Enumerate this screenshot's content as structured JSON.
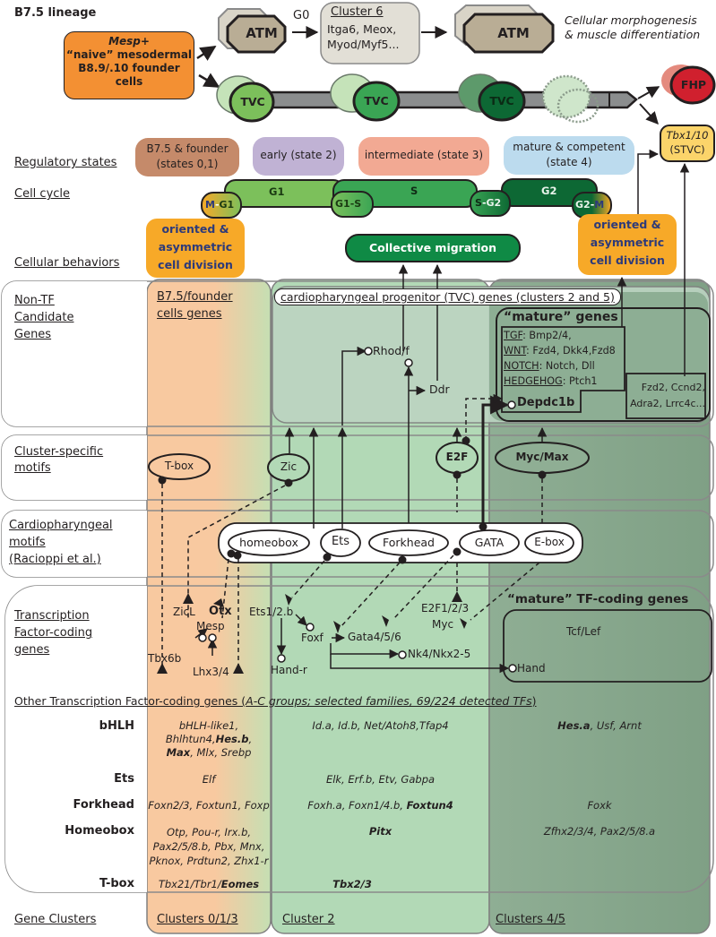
{
  "title": "B7.5 lineage",
  "founder_box": {
    "line1": "Mesp+",
    "line2": "“naive” mesodermal",
    "line3": "B8.9/.10 founder",
    "line4": "cells",
    "color": "#f39033"
  },
  "atm_path": {
    "atm1_label": "ATM",
    "g0_label": "G0",
    "cluster6_title": "Cluster 6",
    "cluster6_genes1": "Itga6, Meox,",
    "cluster6_genes2": "Myod/Myf5...",
    "atm2_label": "ATM",
    "outcome1": "Cellular morphogenesis",
    "outcome2": "& muscle differentiation"
  },
  "tvc_path": {
    "tvc_labels": [
      "TVC",
      "TVC",
      "TVC"
    ],
    "fhp_label": "FHP",
    "stvc_line1": "Tbx1/10",
    "stvc_line2": "(STVC)"
  },
  "row_labels": {
    "regulatory_states": "Regulatory states",
    "cell_cycle": "Cell cycle",
    "cellular_behaviors": "Cellular behaviors",
    "non_tf_1": "Non-TF",
    "non_tf_2": "Candidate",
    "non_tf_3": "Genes",
    "cluster_motifs_1": "Cluster-specific",
    "cluster_motifs_2": "motifs",
    "cardio_motifs_1": "Cardiopharyngeal",
    "cardio_motifs_2": "motifs",
    "cardio_motifs_3": "(Racioppi et al.)",
    "tf_genes_1": "Transcription",
    "tf_genes_2": "Factor-coding",
    "tf_genes_3": "genes",
    "gene_clusters": "Gene Clusters"
  },
  "regulatory_states": [
    {
      "line1": "B7.5 & founder",
      "line2": "(states 0,1)",
      "color": "#c58a6a"
    },
    {
      "line1": "early (state 2)",
      "line2": "",
      "color": "#c0b2d4"
    },
    {
      "line1": "intermediate (state 3)",
      "line2": "",
      "color": "#f2a993"
    },
    {
      "line1": "mature & competent",
      "line2": "(state 4)",
      "color": "#bcdbee"
    }
  ],
  "cell_cycle": {
    "m_g1": [
      "M",
      "G1"
    ],
    "g1": "G1",
    "g1_s": [
      "G1",
      "S"
    ],
    "s": "S",
    "s_g2": [
      "S",
      "G2"
    ],
    "g2": "G2",
    "g2_m": [
      "G2",
      "M"
    ]
  },
  "behaviors": {
    "division_left": [
      "oriented &",
      "asymmetric",
      "cell division"
    ],
    "collective_migration": "Collective migration",
    "division_right": [
      "oriented &",
      "asymmetric",
      "cell division"
    ]
  },
  "non_tf": {
    "founder_genes_1": "B7.5/founder",
    "founder_genes_2": "cells genes",
    "tvc_genes": "cardiopharyngeal progenitor (TVC) genes (clusters 2 and 5)",
    "rhod": "Rhod/f",
    "ddr": "Ddr",
    "mature_title": "“mature” genes",
    "mature_lines": [
      {
        "key": "TGF",
        "genes": ": Bmp2/4,"
      },
      {
        "key": "WNT",
        "genes": ": Fzd4, Dkk4,Fzd8"
      },
      {
        "key": "NOTCH",
        "genes": ": Notch, Dll"
      },
      {
        "key": "HEDGEHOG",
        "genes": ": Ptch1"
      }
    ],
    "depdc1b": "Depdc1b",
    "other_mature_1": "Fzd2, Ccnd2,",
    "other_mature_2": "Adra2, Lrrc4c..."
  },
  "cluster_motifs": [
    "T-box",
    "Zic",
    "E2F",
    "Myc/Max"
  ],
  "cardio_motifs": [
    "homeobox",
    "Ets",
    "Forkhead",
    "GATA",
    "E-box"
  ],
  "tf_genes": {
    "zicl": "ZicL",
    "otx": "Otx",
    "mesp": "Mesp",
    "tbx6b": "Tbx6b",
    "lhx34": "Lhx3/4",
    "ets12b": "Ets1/2.b",
    "foxf": "Foxf",
    "hand_r": "Hand-r",
    "gata456": "Gata4/5/6",
    "nk4": "Nk4/Nkx2-5",
    "e2f": "E2F1/2/3",
    "myc": "Myc",
    "mature_tf_title": "“mature” TF-coding genes",
    "tcf": "Tcf/Lef",
    "hand": "Hand"
  },
  "other_tf": {
    "heading_plain": "Other Transcription Factor-coding genes (",
    "heading_italic": "A-C groups; selected families, 69/224 detected TFs",
    "heading_close": ")",
    "rows": [
      {
        "family": "bHLH",
        "col1": [
          [
            "bHLH-like1,",
            false
          ],
          [
            "Bhlhtun4,",
            false
          ],
          [
            "Hes.b",
            true
          ],
          [
            ",",
            false
          ],
          [
            "Max",
            true
          ],
          [
            ", Mlx, Srebp",
            false
          ]
        ],
        "col2": "Id.a, Id.b, Net/Atoh8,Tfap4",
        "col3_bold": "Hes.a",
        "col3_rest": ", Usf, Arnt"
      },
      {
        "family": "Ets",
        "col1_text": "Elf",
        "col2": "Elk, Erf.b, Etv, Gabpa",
        "col3_rest": ""
      },
      {
        "family": "Forkhead",
        "col1_text": "Foxn2/3, Foxtun1, Foxp",
        "col2": "Foxh.a, Foxn1/4.b, ",
        "col2_bold": "Foxtun4",
        "col3_rest": "Foxk"
      },
      {
        "family": "Homeobox",
        "col1_lines": [
          "Otp, Pou-r, Irx.b,",
          "Pax2/5/8.b, Pbx, Mnx,",
          "Pknox, Prdtun2, Zhx1-r"
        ],
        "col2_bold": "Pitx",
        "col3_rest": "Zfhx2/3/4, Pax2/5/8.a"
      },
      {
        "family": "T-box",
        "col1_text": "Tbx21/Tbr1/",
        "col1_bold": "Eomes",
        "col2_bold": "Tbx2/3",
        "col3_rest": ""
      }
    ]
  },
  "gene_clusters": [
    "Clusters 0/1/3",
    "Cluster 2",
    "Clusters 4/5"
  ],
  "colors": {
    "founder_col": "#f8c9a0",
    "cluster2_col": "#b2d9b6",
    "cluster45_col": "#8fae94",
    "tvc_box": "#bcd4c2",
    "mature_box": "#86a88d",
    "atm": "#b9ad95",
    "cluster6": "#e2dfd6",
    "fhp": "#d0202e",
    "stvc": "#fbd46a",
    "division": "#f7a928",
    "migration": "#0f8a45",
    "g1": "#7cc05b",
    "s": "#3aa554",
    "g2": "#0d6834"
  }
}
